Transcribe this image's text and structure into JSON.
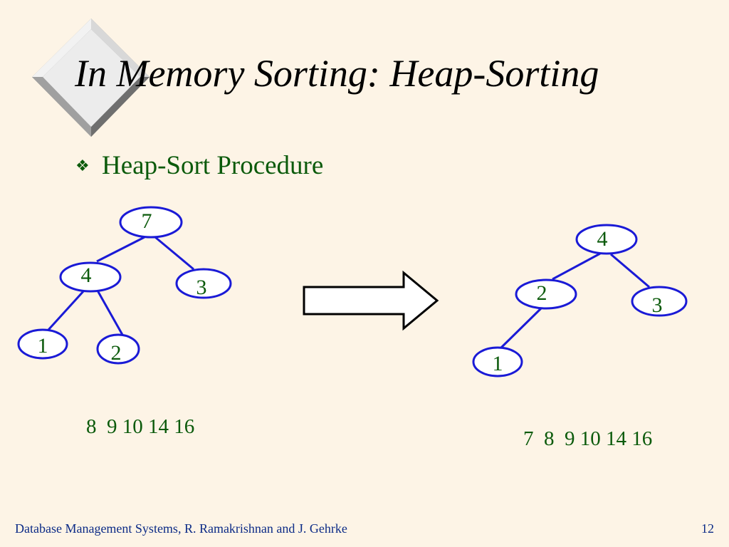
{
  "title": "In Memory Sorting: Heap-Sorting",
  "bullet": {
    "icon": "four-petal-diamond-icon",
    "text": "Heap-Sort Procedure"
  },
  "diagram": {
    "left_tree": {
      "nodes": [
        {
          "id": "root",
          "label": "7"
        },
        {
          "id": "left",
          "label": "4"
        },
        {
          "id": "right",
          "label": "3"
        },
        {
          "id": "left-left",
          "label": "1"
        },
        {
          "id": "left-right",
          "label": "2"
        }
      ],
      "edges": [
        [
          "root",
          "left"
        ],
        [
          "root",
          "right"
        ],
        [
          "left",
          "left-left"
        ],
        [
          "left",
          "left-right"
        ]
      ],
      "sorted_tail": "8  9 10 14 16"
    },
    "right_tree": {
      "nodes": [
        {
          "id": "root",
          "label": "4"
        },
        {
          "id": "left",
          "label": "2"
        },
        {
          "id": "right",
          "label": "3"
        },
        {
          "id": "left-left",
          "label": "1"
        }
      ],
      "edges": [
        [
          "root",
          "left"
        ],
        [
          "root",
          "right"
        ],
        [
          "left",
          "left-left"
        ]
      ],
      "sorted_tail": "7  8  9 10 14 16"
    },
    "transition_icon": "right-arrow-icon"
  },
  "footer": {
    "left": "Database Management Systems, R. Ramakrishnan and J. Gehrke",
    "page_number": "12"
  },
  "colors": {
    "background": "#fdf4e6",
    "node_stroke": "#1a1ad6",
    "node_fill": "#ffffff",
    "text_green": "#0b5a0b",
    "footer_blue": "#0b2a86",
    "title": "#000000"
  }
}
